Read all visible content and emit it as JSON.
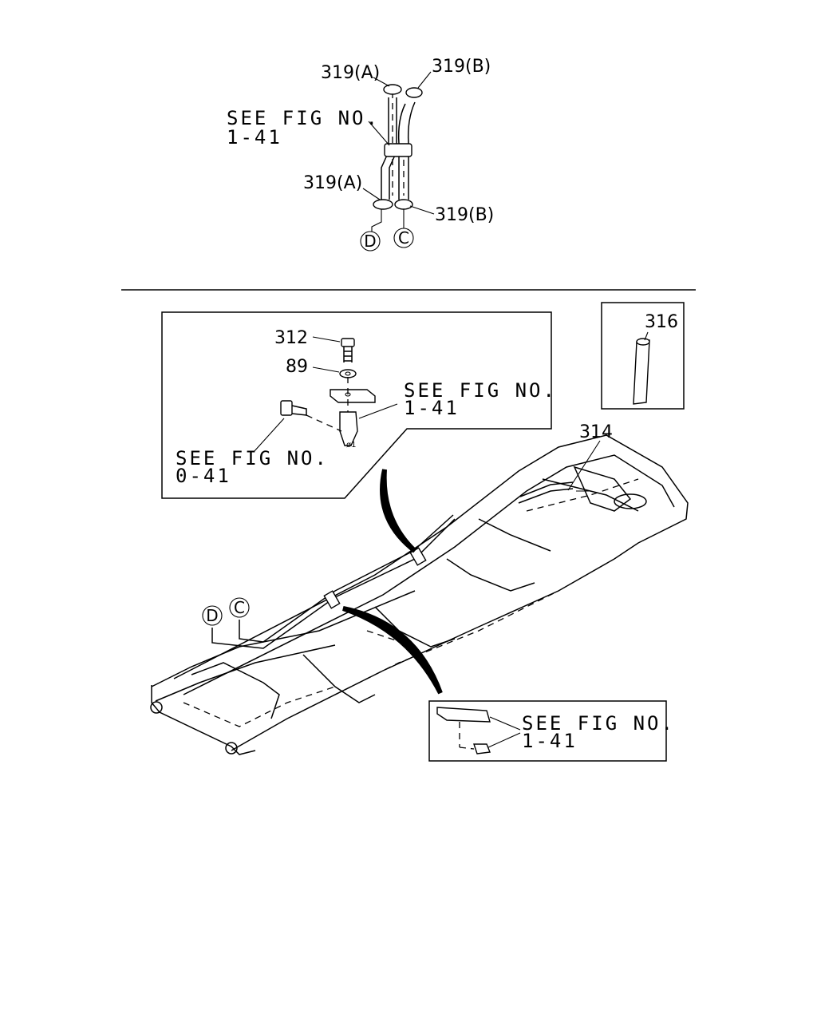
{
  "labels": {
    "p319a_top": "319(A)",
    "p319b_top": "319(B)",
    "p319a_bot": "319(A)",
    "p319b_bot": "319(B)",
    "p312": "312",
    "p89": "89",
    "p316": "316",
    "p314": "314"
  },
  "see_fig": {
    "top_line1": "SEE FIG NO.",
    "top_line2": "1-41",
    "inset_right_line1": "SEE FIG NO.",
    "inset_right_line2": "1-41",
    "inset_left_line1": "SEE FIG NO.",
    "inset_left_line2": "0-41",
    "bottom_line1": "SEE FIG NO.",
    "bottom_line2": "1-41"
  },
  "connectors": {
    "d_top": "D",
    "c_top": "C",
    "d_main": "D",
    "c_main": "C"
  }
}
